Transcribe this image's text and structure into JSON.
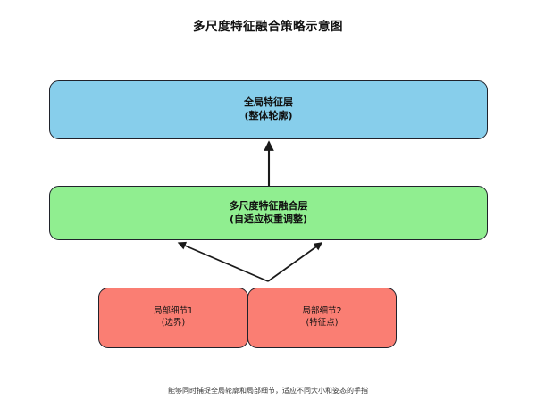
{
  "title": "多尺度特征融合策略示意图",
  "caption": "能够同时捕捉全局轮廓和局部细节，适应不同大小和姿态的手指",
  "nodes": {
    "global": {
      "line1": "全局特征层",
      "line2": "(整体轮廓)",
      "color": "#87ceeb"
    },
    "fusion": {
      "line1": "多尺度特征融合层",
      "line2": "(自适应权重调整)",
      "color": "#90ee90"
    },
    "local1": {
      "line1": "局部细节1",
      "line2": "(边界)",
      "color": "#fa7e73"
    },
    "local2": {
      "line1": "局部细节2",
      "line2": "(特征点)",
      "color": "#fa7e73"
    }
  },
  "arrows": {
    "fusion_to_global": "arrow-up-vertical",
    "local_to_fusion_left": "arrow-up-left-diagonal",
    "local_to_fusion_right": "arrow-up-right-diagonal",
    "stroke": "#1a1a1a"
  }
}
